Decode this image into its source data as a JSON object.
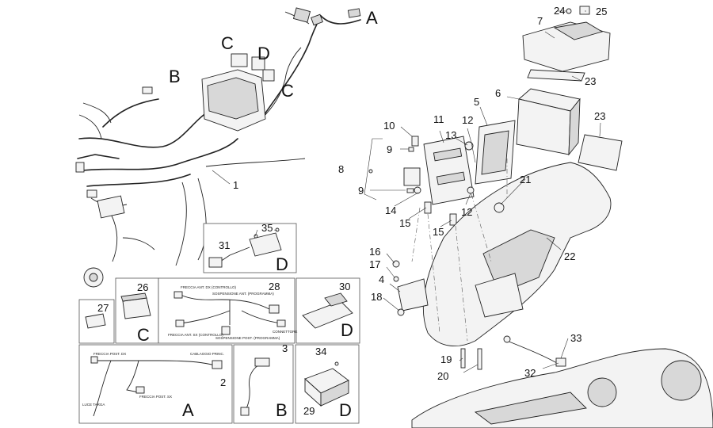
{
  "callouts": {
    "n1": "1",
    "n2": "2",
    "n3": "3",
    "n4": "4",
    "n5": "5",
    "n6": "6",
    "n7": "7",
    "n8": "8",
    "n9a": "9",
    "n9b": "9",
    "n10": "10",
    "n11": "11",
    "n12a": "12",
    "n12b": "12",
    "n13": "13",
    "n14": "14",
    "n15a": "15",
    "n15b": "15",
    "n16": "16",
    "n17": "17",
    "n18": "18",
    "n19": "19",
    "n20": "20",
    "n21": "21",
    "n22": "22",
    "n23a": "23",
    "n23b": "23",
    "n24": "24",
    "n25": "25",
    "n26": "26",
    "n27": "27",
    "n28": "28",
    "n29": "29",
    "n30": "30",
    "n31": "31",
    "n32": "32",
    "n33": "33",
    "n34": "34",
    "n35": "35"
  },
  "group_letters": {
    "a_top": "A",
    "b_top": "B",
    "c_top": "C",
    "d_top": "D",
    "c_right": "C",
    "d_panel31": "D",
    "c_panel26": "C",
    "d_panel30": "D",
    "a_panel2": "A",
    "b_panel3": "B",
    "d_panel29": "D"
  },
  "wire_labels": {
    "p28_1": "FRECCIA ANT. DX (CONTROLLO)",
    "p28_2": "SOSPENSIONE ANT. (PROGRAMMA)",
    "p28_3": "FRECCIA ANT. SX (CONTROLLO)",
    "p28_4": "SOSPENSIONE POST. (PROGRAMMA)",
    "p28_5": "CONNETTORE",
    "p2_1": "FRECCIA POST. DX",
    "p2_2": "CABLAGGIO PRINC.",
    "p2_3": "FRECCIA POST. SX",
    "p2_4": "LUCE TARGA"
  },
  "icons": {
    "harness": "wiring-harness-icon",
    "battery": "battery-icon",
    "ecu": "ecu-icon",
    "horn": "horn-icon",
    "relay": "relay-icon",
    "fuse": "fuse-icon",
    "rear_frame": "rear-frame-icon",
    "engine": "engine-icon"
  }
}
